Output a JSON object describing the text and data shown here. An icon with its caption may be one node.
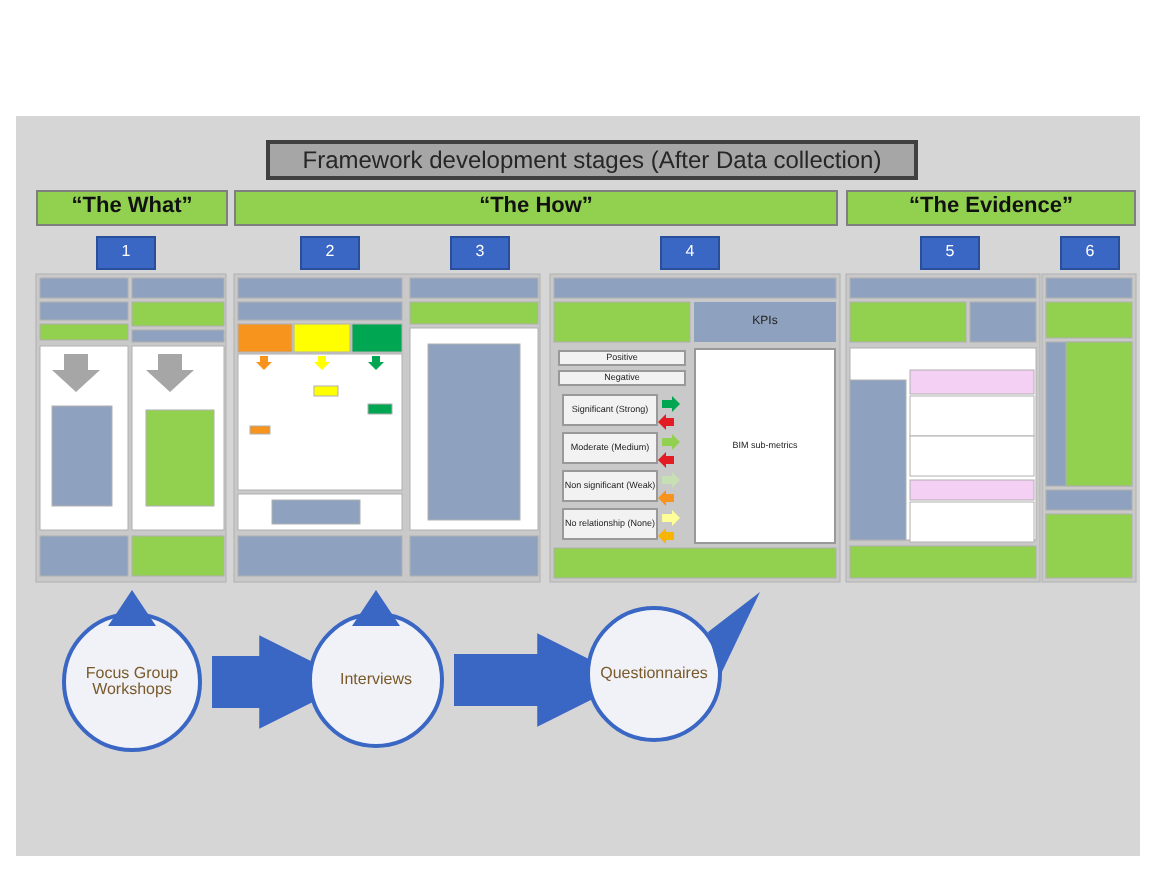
{
  "diagram": {
    "title": "Framework development stages (After Data collection)",
    "nodes": [
      {
        "text": [
          "“The What”"
        ]
      },
      {
        "text": [
          "“The How”"
        ]
      },
      {
        "text": [
          "“The Evidence”"
        ]
      },
      {
        "text": [
          "1"
        ]
      },
      {
        "text": [
          "2"
        ]
      },
      {
        "text": [
          "3"
        ]
      },
      {
        "text": [
          "4"
        ]
      },
      {
        "text": [
          "5"
        ]
      },
      {
        "text": [
          "6"
        ]
      },
      {
        "text": [
          "KPIs"
        ]
      },
      {
        "text": [
          "Positive"
        ]
      },
      {
        "text": [
          "Negative"
        ]
      },
      {
        "text": [
          "Significant (Strong)"
        ]
      },
      {
        "text": [
          "Moderate (Medium)"
        ]
      },
      {
        "text": [
          "Non significant (Weak)"
        ]
      },
      {
        "text": [
          "No relationship (None)"
        ]
      },
      {
        "text": [
          "BIM sub-metrics"
        ]
      },
      {
        "text": [
          "Focus Group Workshops"
        ]
      },
      {
        "text": [
          "Interviews"
        ]
      },
      {
        "text": [
          "Questionnaires"
        ]
      }
    ],
    "edges": [
      {
        "from": 17,
        "to": 18,
        "arrow": "to"
      },
      {
        "from": 18,
        "to": 19,
        "arrow": "to"
      }
    ]
  }
}
